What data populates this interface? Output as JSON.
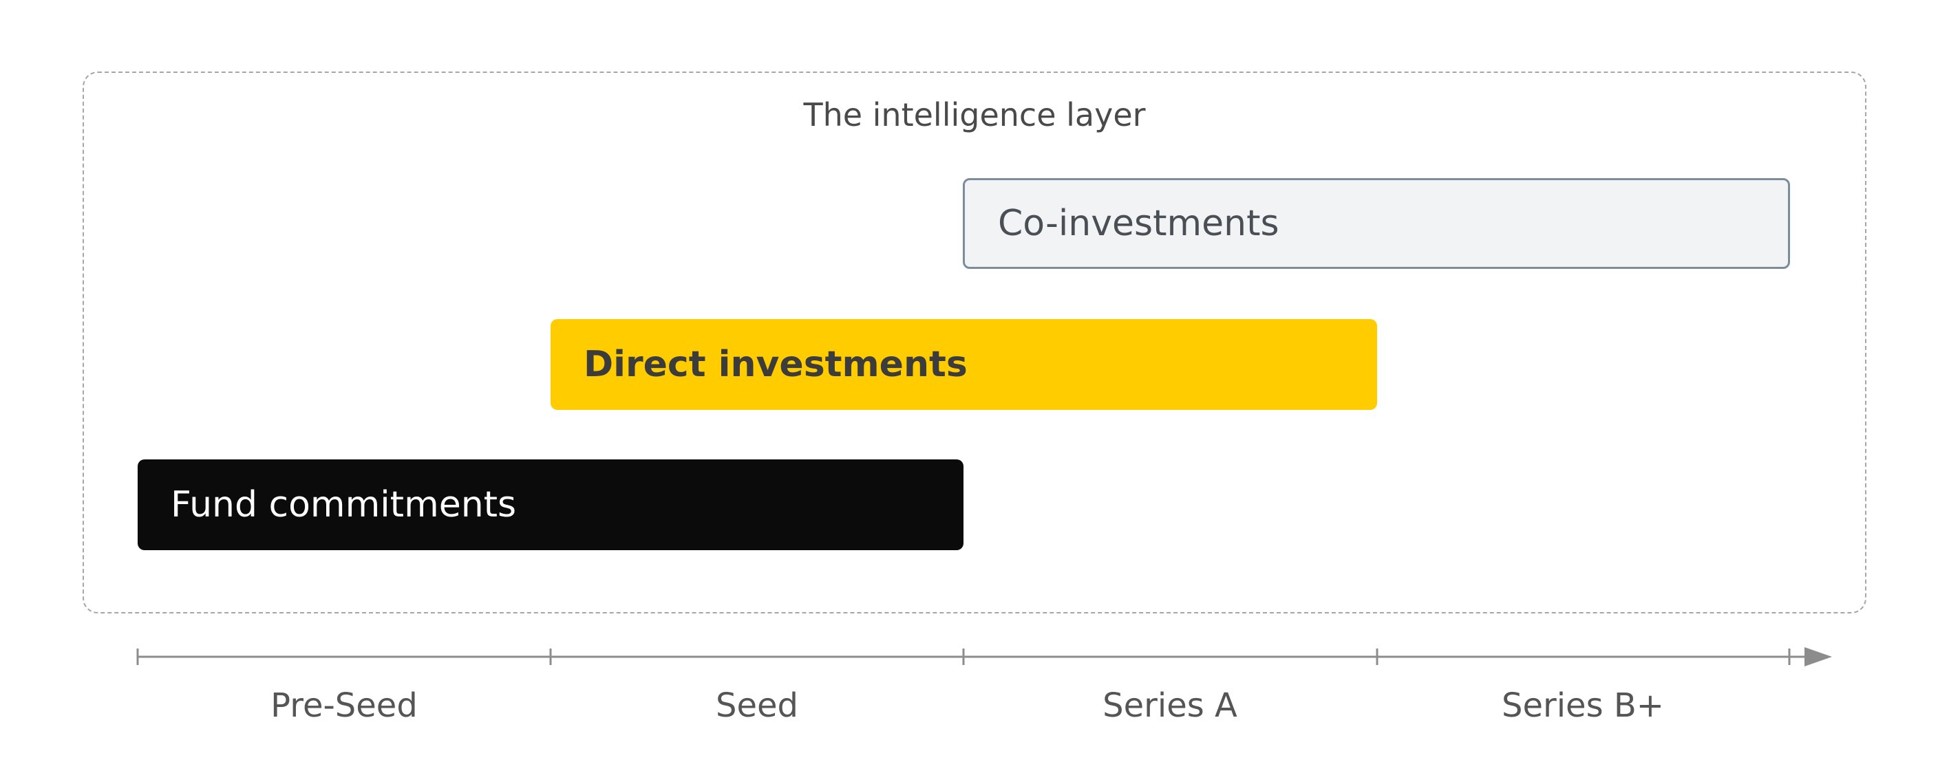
{
  "diagram": {
    "title": "The intelligence layer",
    "bars": {
      "co_investments": "Co-investments",
      "direct_investments": "Direct investments",
      "fund_commitments": "Fund commitments"
    },
    "stages": [
      "Pre-Seed",
      "Seed",
      "Series A",
      "Series B+"
    ]
  },
  "colors": {
    "fund_bar": "#0b0b0b",
    "direct_bar": "#ffcc00",
    "co_bar_fill": "#f1f3f5",
    "co_bar_border": "#7b8d9b",
    "axis": "#8c8c8c",
    "frame_border": "#a6a6a6"
  }
}
